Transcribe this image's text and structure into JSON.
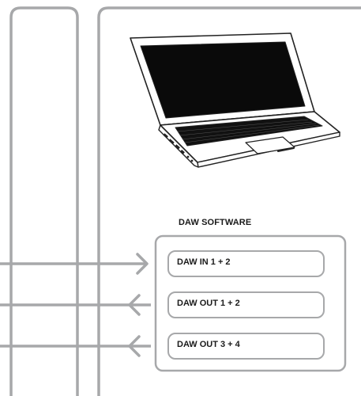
{
  "software": {
    "title": "DAW SOFTWARE",
    "ports": [
      {
        "label": "DAW IN 1 + 2",
        "direction": "in"
      },
      {
        "label": "DAW OUT 1 + 2",
        "direction": "out"
      },
      {
        "label": "DAW OUT 3 + 4",
        "direction": "out"
      }
    ]
  },
  "colors": {
    "line": "#a7a8aa",
    "text": "#1a1a1a",
    "laptop_outline": "#222222",
    "screen": "#0a0a0a"
  },
  "icons": [
    "laptop-icon"
  ]
}
